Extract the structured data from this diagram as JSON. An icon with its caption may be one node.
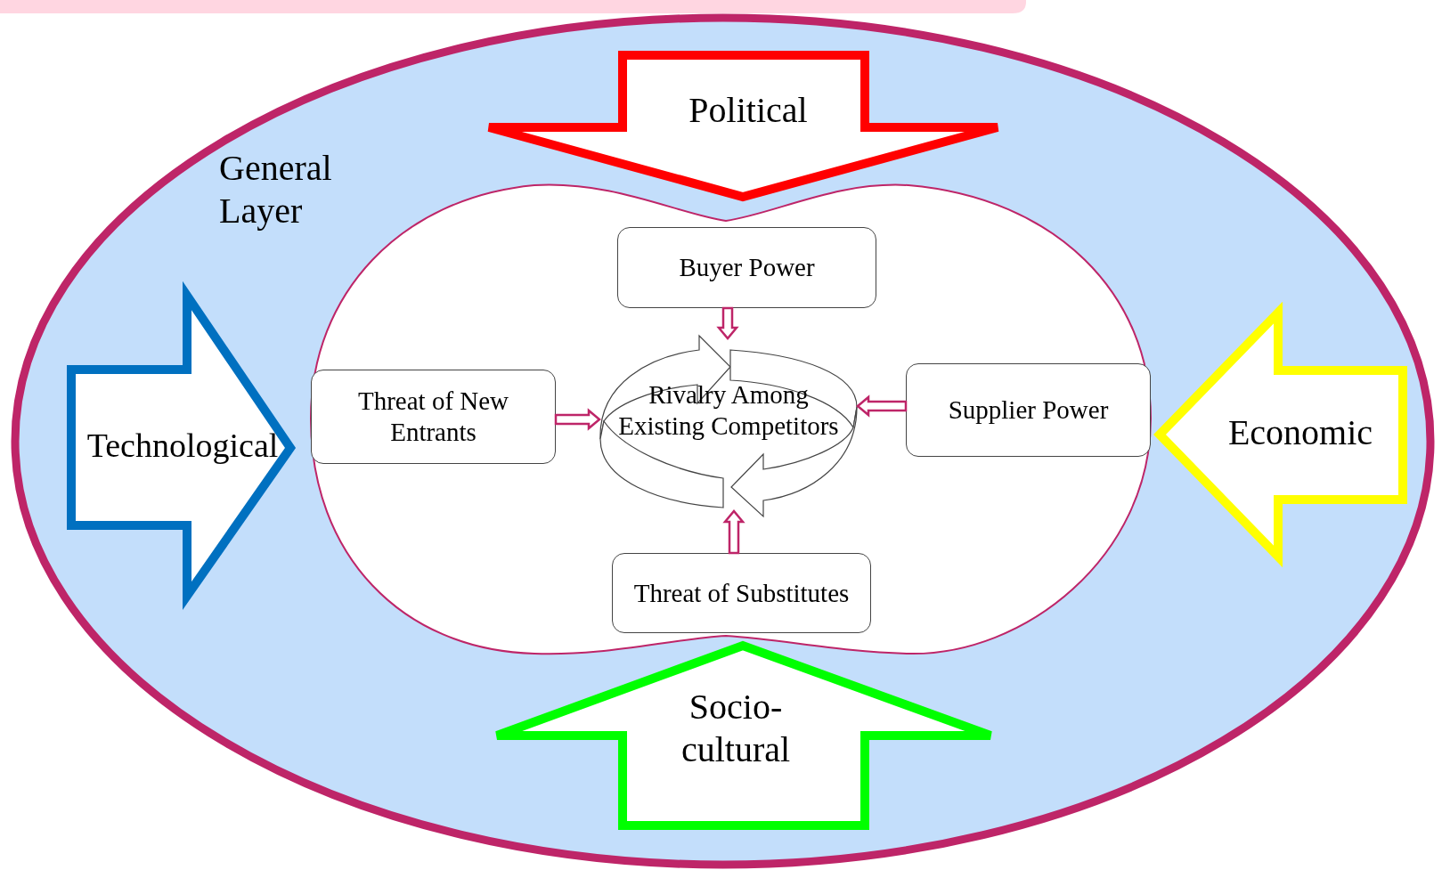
{
  "diagram": {
    "nodes": [
      {
        "text": [
          "General Layer"
        ]
      },
      {
        "text": [],
        "shape": "cloud",
        "in": 0
      },
      {
        "text": [
          "Political"
        ],
        "in": 0
      },
      {
        "text": [
          "Technological"
        ],
        "in": 0
      },
      {
        "text": [
          "Economic"
        ],
        "in": 0
      },
      {
        "text": [
          "Socio-cultural"
        ],
        "in": 0
      },
      {
        "text": [
          "Buyer Power"
        ],
        "in": 1
      },
      {
        "text": [
          "Threat of New Entrants"
        ],
        "in": 1
      },
      {
        "text": [
          "Rivalry Among Existing Competitors"
        ],
        "in": 1
      },
      {
        "text": [
          "Supplier Power"
        ],
        "in": 1
      },
      {
        "text": [
          "Threat of Substitutes"
        ],
        "in": 1
      }
    ],
    "edges": [
      {
        "from": 6,
        "to": 8,
        "arrow": "to"
      },
      {
        "from": 7,
        "to": 8,
        "arrow": "to"
      },
      {
        "from": 9,
        "to": 8,
        "arrow": "to"
      },
      {
        "from": 10,
        "to": 8,
        "arrow": "to"
      }
    ]
  }
}
